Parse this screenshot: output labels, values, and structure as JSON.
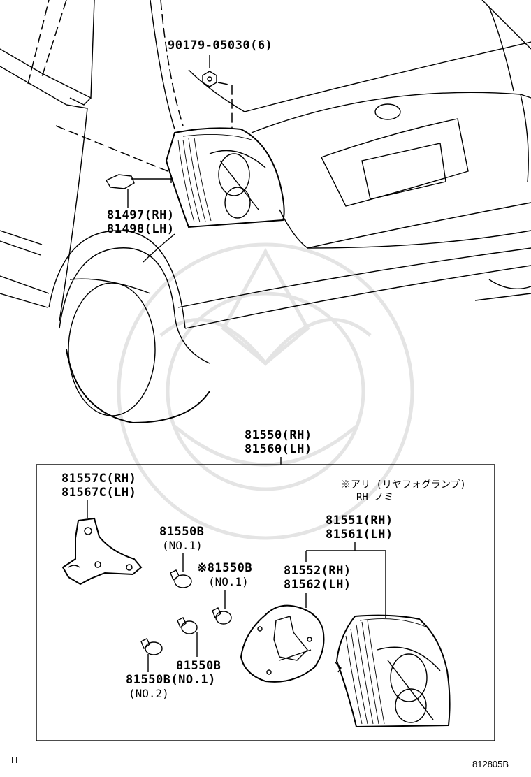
{
  "diagram": {
    "labels": {
      "bolt": "90179-05030(6)",
      "socket_rh": "81497(RH)",
      "socket_lh": "81498(LH)",
      "assy_rh": "81550(RH)",
      "assy_lh": "81560(LH)",
      "bracket_rh": "81557C(RH)",
      "bracket_lh": "81567C(LH)",
      "bulb_a": "81550B",
      "bulb_a_no": "(NO.1)",
      "bulb_b": "※81550B",
      "bulb_b_no": "(NO.1)",
      "bulb_c": "81550B",
      "bulb_d": "81550B(NO.1)",
      "bulb_d_no": "(NO.2)",
      "note_line1": "※アリ (リヤフォグランプ)",
      "note_line2": "RH ノミ",
      "lens_rh": "81551(RH)",
      "lens_lh": "81561(LH)",
      "gasket_rh": "81552(RH)",
      "gasket_lh": "81562(LH)"
    },
    "footer": {
      "left": "H",
      "right": "812805B"
    }
  }
}
